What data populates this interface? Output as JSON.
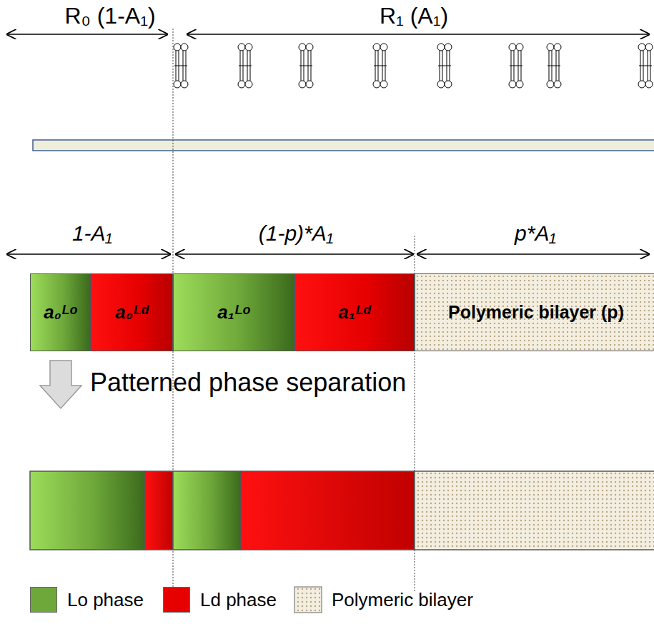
{
  "diagram": {
    "nodes": [
      {
        "text": [
          "a₀ᴸᵒ"
        ]
      },
      {
        "text": [
          "a₀ᴸᵈ"
        ]
      },
      {
        "text": [
          "a₁ᴸᵒ"
        ]
      },
      {
        "text": [
          "a₁ᴸᵈ"
        ]
      },
      {
        "text": [
          "Polymeric bilayer (p)"
        ]
      }
    ],
    "labels": [
      "R₀ (1-A₁)",
      "R₁ (A₁)",
      "1-A₁",
      "(1-p)*A₁",
      "p*A₁",
      "Patterned phase separation"
    ],
    "legend": [
      {
        "text": "Lo phase",
        "color": "#6ea83a"
      },
      {
        "text": "Ld phase",
        "color": "#e60000"
      },
      {
        "text": "Polymeric bilayer"
      }
    ]
  }
}
